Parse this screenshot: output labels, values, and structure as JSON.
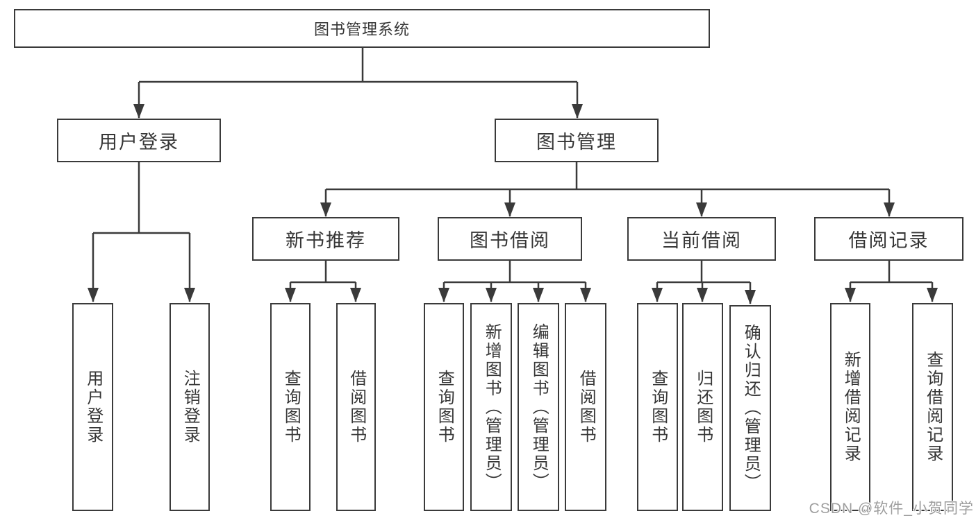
{
  "colors": {
    "line": "#3a3a3a",
    "box_border": "#3a3a3a",
    "box_background": "#ffffff",
    "text": "#363636",
    "watermark": "#9e9e9e",
    "page_background": "#ffffff"
  },
  "watermark": {
    "text": "CSDN @软件_小贺同学"
  },
  "tree": {
    "label": "图书管理系统",
    "children": [
      {
        "label": "用户登录",
        "children": [
          {
            "label": "用户登录"
          },
          {
            "label": "注销登录"
          }
        ]
      },
      {
        "label": "图书管理",
        "children": [
          {
            "label": "新书推荐",
            "children": [
              {
                "label": "查询图书"
              },
              {
                "label": "借阅图书"
              }
            ]
          },
          {
            "label": "图书借阅",
            "children": [
              {
                "label": "查询图书"
              },
              {
                "label": "新增图书（管理员）"
              },
              {
                "label": "编辑图书（管理员）"
              },
              {
                "label": "借阅图书"
              }
            ]
          },
          {
            "label": "当前借阅",
            "children": [
              {
                "label": "查询图书"
              },
              {
                "label": "归还图书"
              },
              {
                "label": "确认归还（管理员）"
              }
            ]
          },
          {
            "label": "借阅记录",
            "children": [
              {
                "label": "新增借阅记录"
              },
              {
                "label": "查询借阅记录"
              }
            ]
          }
        ]
      }
    ]
  }
}
